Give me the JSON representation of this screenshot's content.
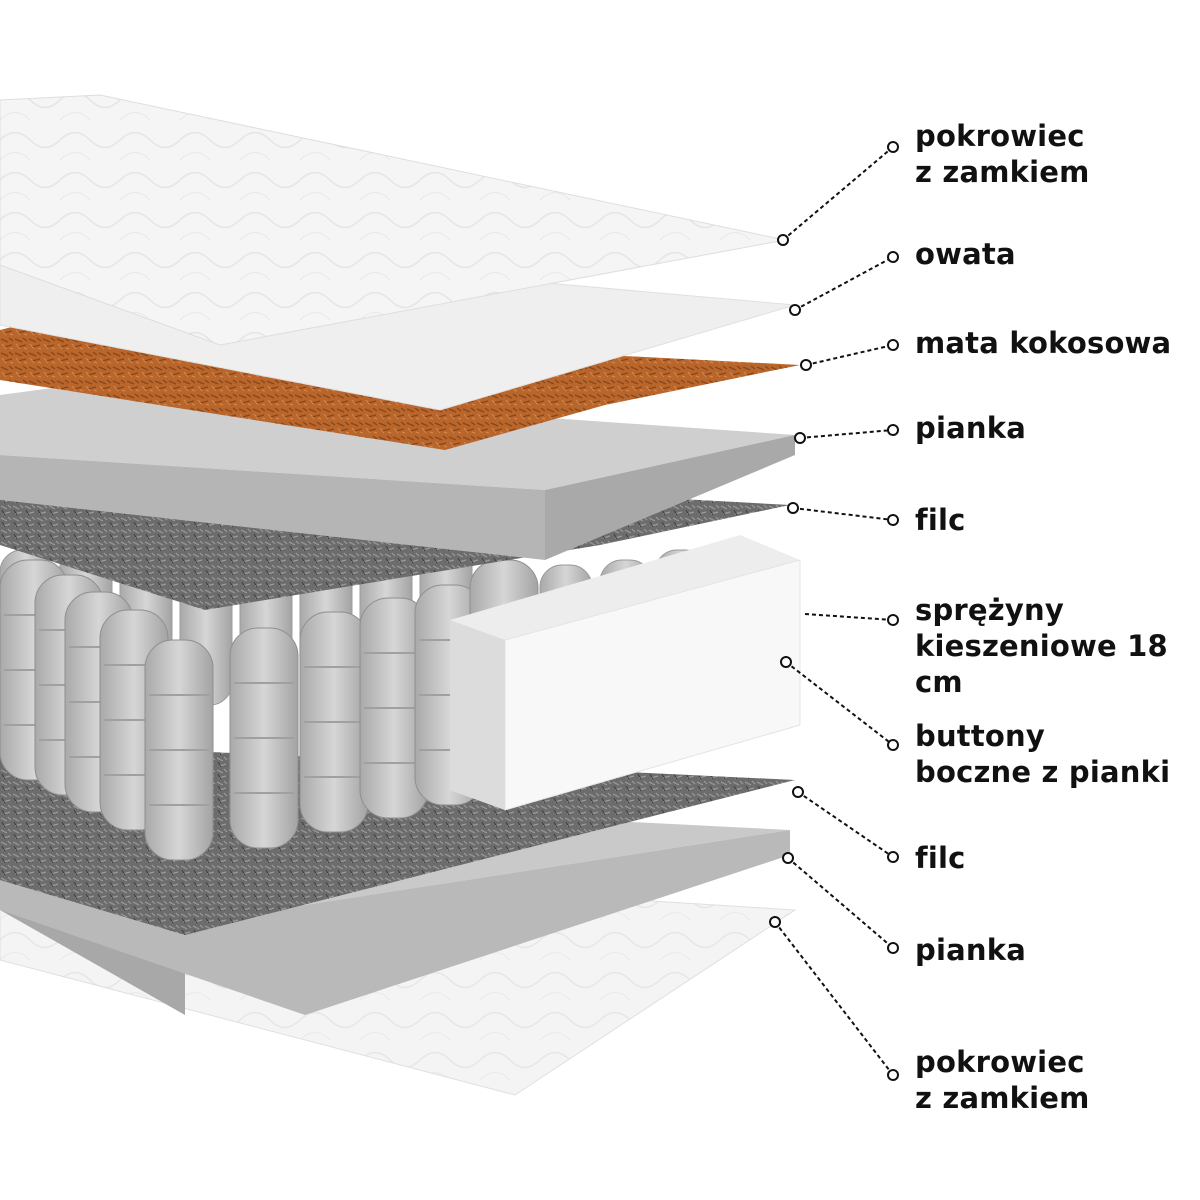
{
  "colors": {
    "cover": "#f4f4f4",
    "wadding": "#ececec",
    "coconut": "#b8662c",
    "foam": "#bdbdbd",
    "felt": "#6c6c6c",
    "springs": "#c9c9c9",
    "side_foam": "#f7f7f7",
    "leader": "#111111"
  },
  "labels": [
    {
      "id": "top-cover",
      "lines": [
        "pokrowiec",
        "z zamkiem"
      ]
    },
    {
      "id": "wadding",
      "lines": [
        "owata"
      ]
    },
    {
      "id": "coconut-mat",
      "lines": [
        "mata kokosowa"
      ]
    },
    {
      "id": "foam-top",
      "lines": [
        "pianka"
      ]
    },
    {
      "id": "felt-top",
      "lines": [
        "filc"
      ]
    },
    {
      "id": "pocket-springs",
      "lines": [
        "sprężyny",
        "kieszeniowe 18 cm"
      ]
    },
    {
      "id": "side-foam-buttons",
      "lines": [
        "buttony",
        "boczne z pianki"
      ]
    },
    {
      "id": "felt-bottom",
      "lines": [
        "filc"
      ]
    },
    {
      "id": "foam-bottom",
      "lines": [
        "pianka"
      ]
    },
    {
      "id": "bottom-cover",
      "lines": [
        "pokrowiec",
        "z zamkiem"
      ]
    }
  ]
}
